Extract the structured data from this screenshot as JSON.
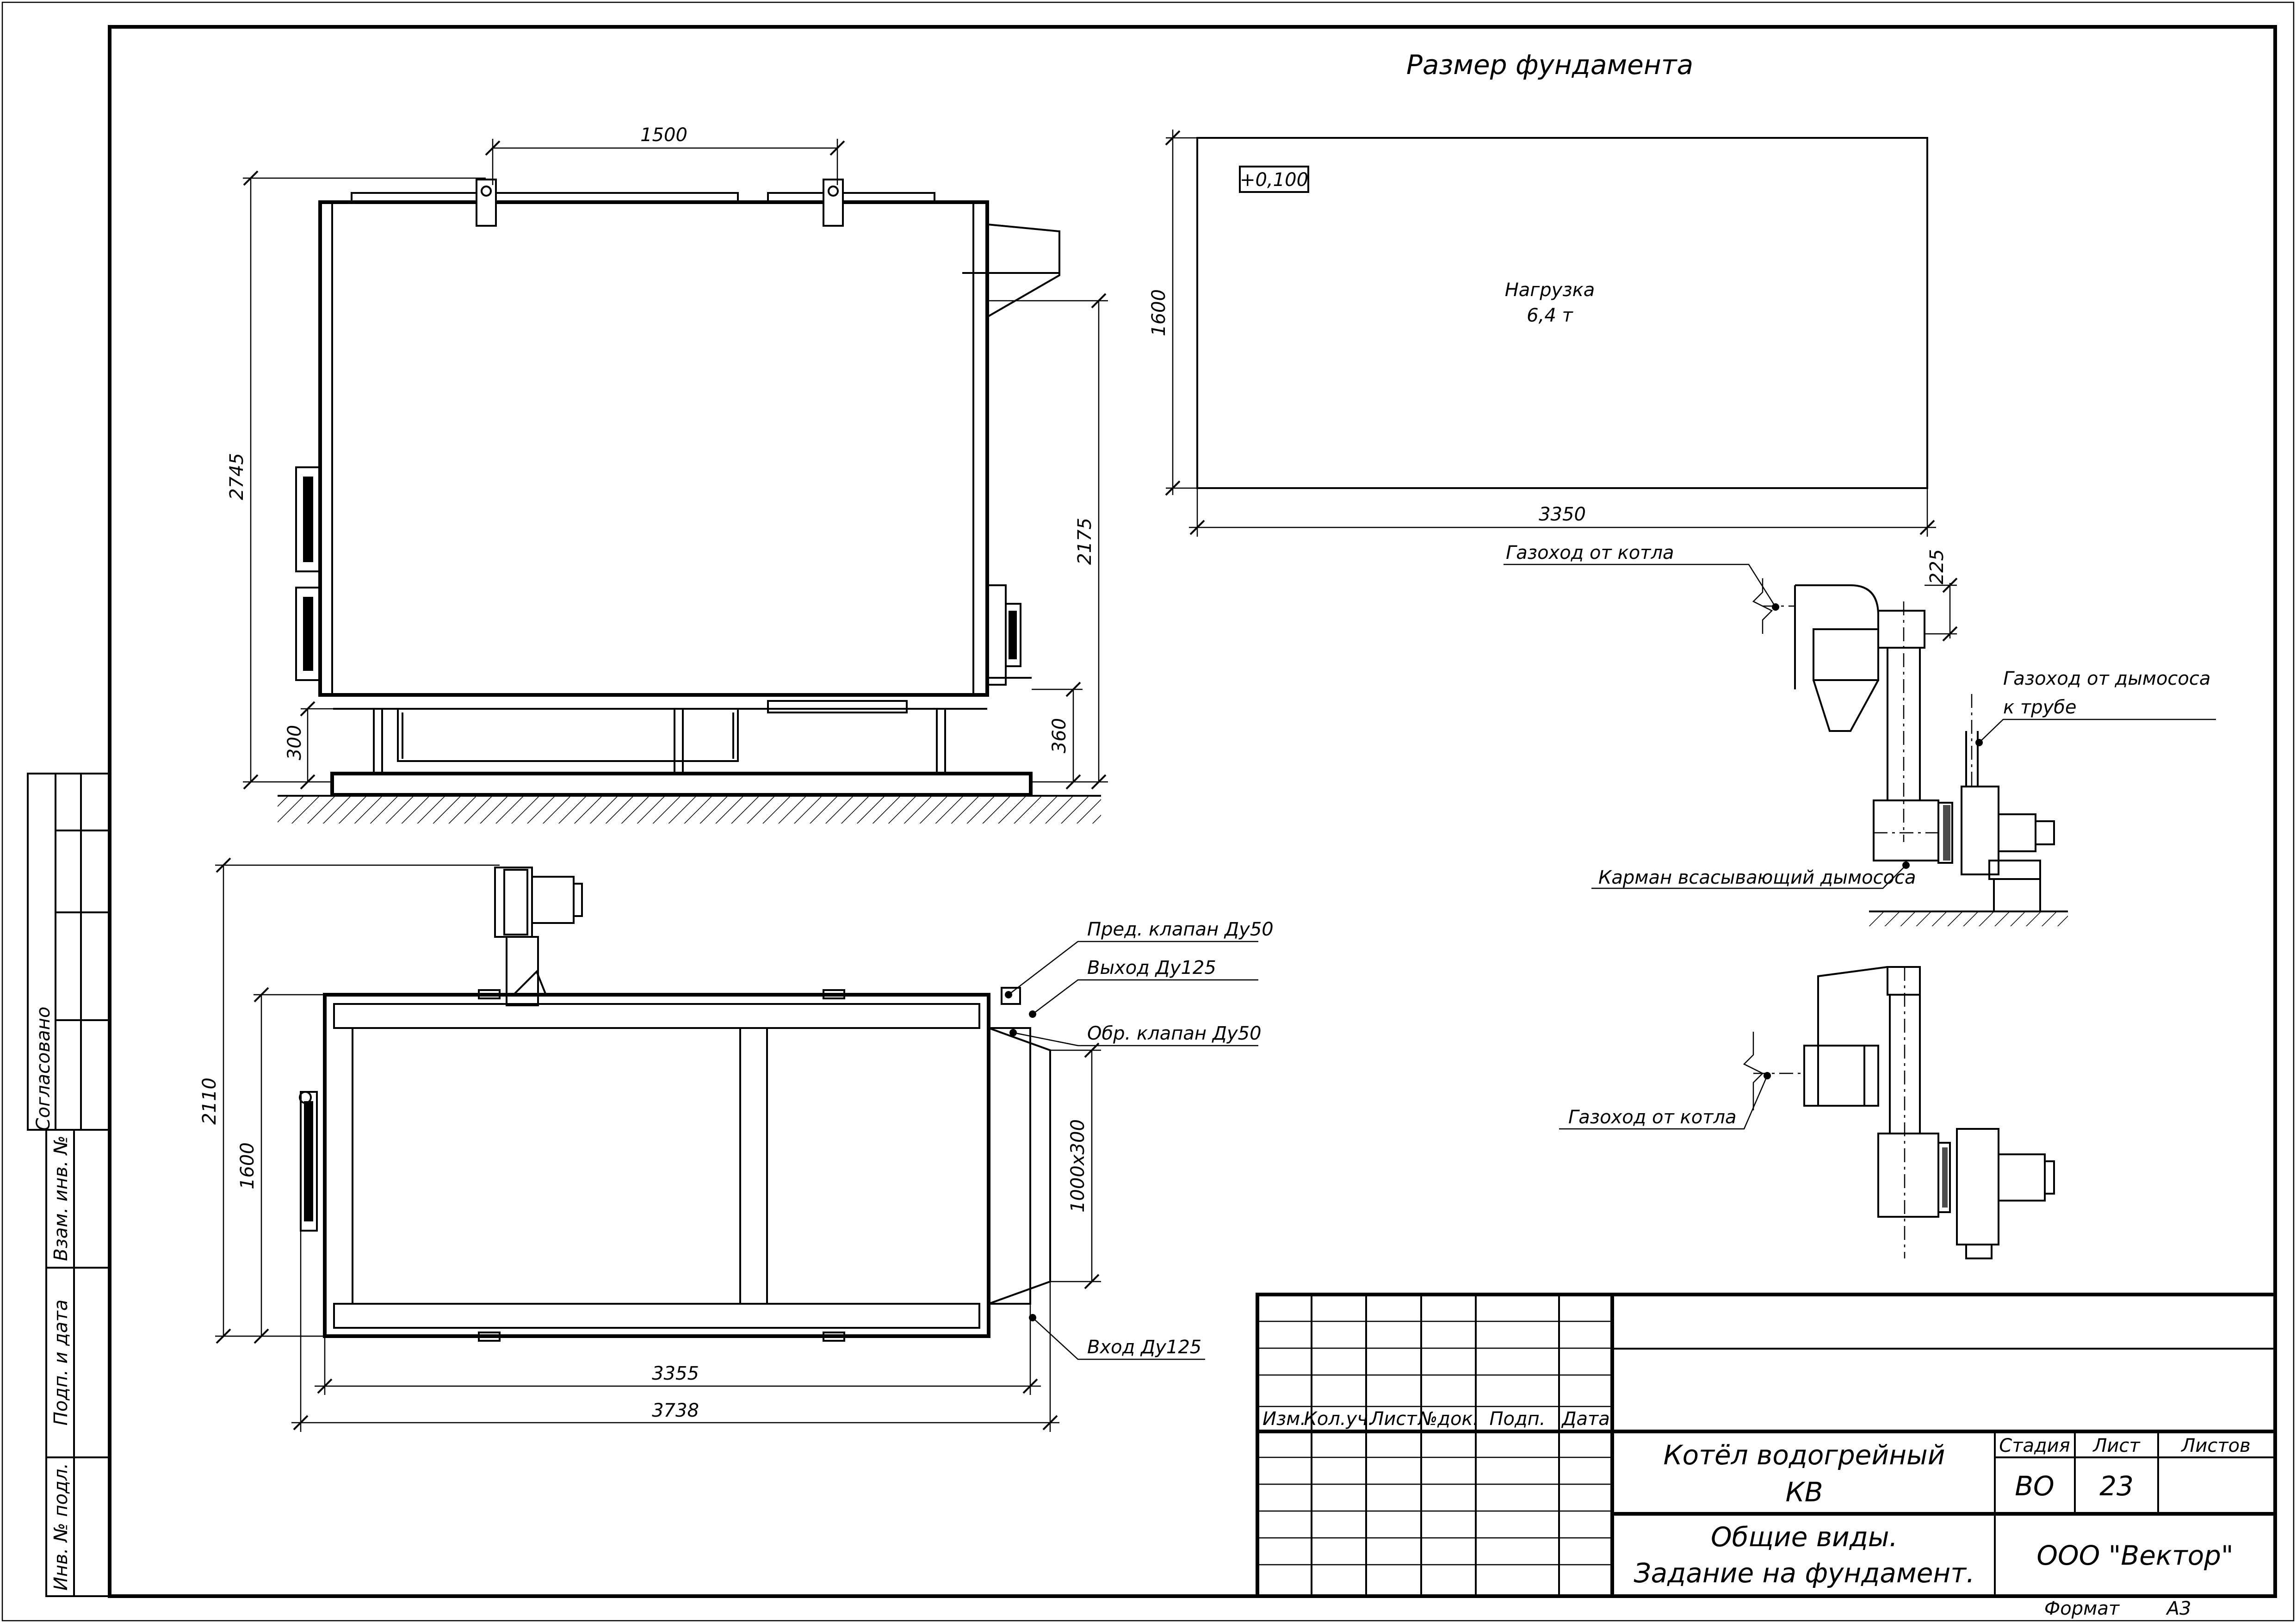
{
  "foundation": {
    "title": "Размер фундамента",
    "level": "+0,100",
    "load_label": "Нагрузка",
    "load_value": "6,4 т",
    "dim_width": "3350",
    "dim_height": "1600"
  },
  "front_view": {
    "dim_lugs": "1500",
    "dim_total_height": "2745",
    "dim_outlet_height": "2175",
    "dim_base_left": "300",
    "dim_base_right": "360"
  },
  "plan_view": {
    "dim_total_width": "2110",
    "dim_width": "1600",
    "dim_outlet": "1000х300",
    "dim_length": "3355",
    "dim_total_length": "3738",
    "callouts": {
      "safety_valve": "Пред. клапан Ду50",
      "outlet": "Выход Ду125",
      "check_valve": "Обр. клапан Ду50",
      "inlet": "Вход Ду125"
    }
  },
  "flue_side": {
    "gas_duct_from_boiler": "Газоход от котла",
    "dim_225": "225",
    "gas_duct_from_exhauster_line1": "Газоход от дымососа",
    "gas_duct_from_exhauster_line2": "к трубе",
    "suction_pocket": "Карман всасывающий дымососа"
  },
  "flue_plan": {
    "gas_duct_from_boiler": "Газоход от котла"
  },
  "side_stamp": {
    "agreed": "Согласовано",
    "replaces_inv": "Взам. инв. №",
    "sign_date": "Подп. и дата",
    "inv_original": "Инв. № подл."
  },
  "title_block": {
    "col_headers": [
      "Изм.",
      "Кол.уч.",
      "Лист",
      "№док.",
      "Подп.",
      "Дата"
    ],
    "name_line1": "Котёл водогрейный",
    "name_line2": "КВ",
    "stage_label": "Стадия",
    "sheet_label": "Лист",
    "sheets_label": "Листов",
    "stage_value": "ВО",
    "sheet_value": "23",
    "sheets_value": "",
    "doc_line1": "Общие виды.",
    "doc_line2": "Задание на фундамент.",
    "organization": "ООО \"Вектор\"",
    "format_label": "Формат",
    "format_value": "А3"
  }
}
